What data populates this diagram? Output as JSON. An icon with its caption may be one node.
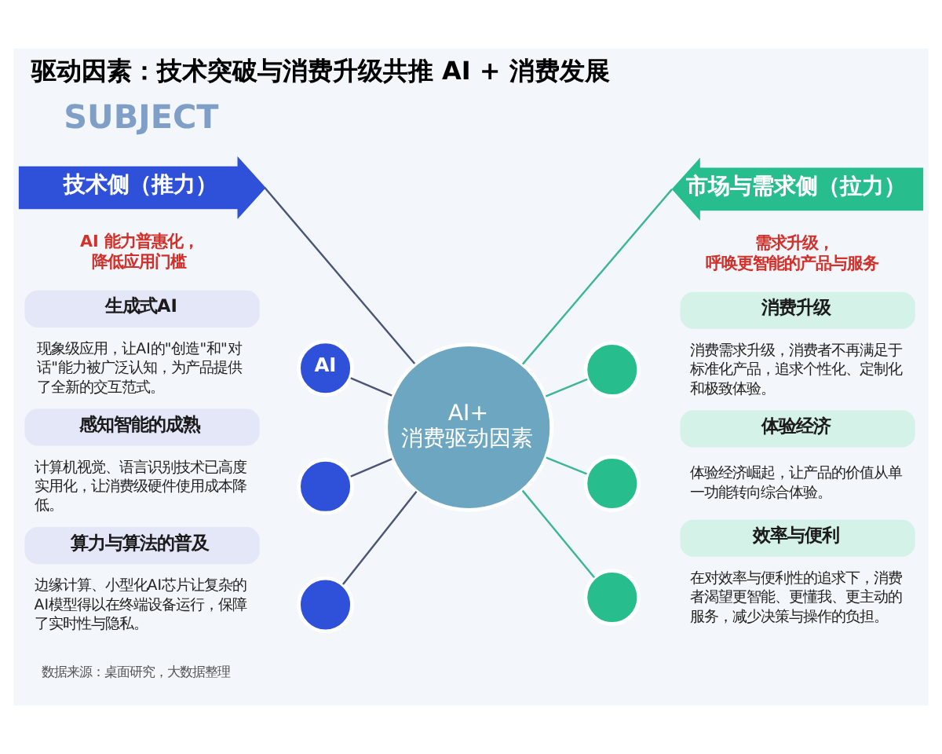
{
  "diagram": {
    "title": "驱动因素：技术突破与消费升级共推 AI + 消费发展",
    "nodes": [
      {
        "text": [
          "技术侧（推力）"
        ],
        "beside": [
          "AI 能力普惠化，降低应用门槛"
        ]
      },
      {
        "text": [
          "市场与需求侧（拉力）"
        ],
        "beside": [
          "需求升级，呼唤更智能的产品与服务"
        ]
      },
      {
        "text": [
          "生成式AI"
        ],
        "beside": [
          "现象级应用，让AI的\"创造\"和\"对话\"能力被广泛认知，为产品提供了全新的交互范式。"
        ]
      },
      {
        "text": [
          "AI"
        ]
      },
      {
        "text": [
          "消费升级"
        ],
        "beside": [
          "消费需求升级，消费者不再满足于标准化产品，追求个性化、定制化和极致体验。"
        ]
      },
      {
        "text": [],
        "shape": "circle"
      },
      {
        "text": [
          "AI+",
          "消费驱动因素"
        ]
      },
      {
        "text": [
          "感知智能的成熟"
        ],
        "beside": [
          "计算机视觉、语言识别技术已高度实用化，让消费级硬件使用成本降低。"
        ]
      },
      {
        "text": [],
        "shape": "circle"
      },
      {
        "text": [
          "体验经济"
        ],
        "beside": [
          "体验经济崛起，让产品的价值从单一功能转向综合体验。"
        ]
      },
      {
        "text": [],
        "shape": "circle"
      },
      {
        "text": [
          "算力与算法的普及"
        ],
        "beside": [
          "边缘计算、小型化AI芯片让复杂的AI模型得以在终端设备运行，保障了实时性与隐私。"
        ]
      },
      {
        "text": [],
        "shape": "circle"
      },
      {
        "text": [
          "效率与便利"
        ],
        "beside": [
          "在对效率与便利性的追求下，消费者渴望更智能、更懂我、更主动的服务，减少决策与操作的负担。"
        ]
      },
      {
        "text": [],
        "shape": "circle"
      }
    ],
    "edges": [
      {
        "from": 0,
        "to": 6,
        "arrow": "none"
      },
      {
        "from": 6,
        "to": 1,
        "arrow": "none",
        "color": "#3db597"
      },
      {
        "from": 3,
        "to": 6,
        "arrow": "none"
      },
      {
        "from": 6,
        "to": 5,
        "arrow": "none",
        "color": "#3db597"
      },
      {
        "from": 8,
        "to": 6,
        "arrow": "none"
      },
      {
        "from": 6,
        "to": 10,
        "arrow": "none",
        "color": "#3db597"
      },
      {
        "from": 12,
        "to": 6,
        "arrow": "none"
      },
      {
        "from": 6,
        "to": 14,
        "arrow": "none",
        "color": "#3db597"
      }
    ],
    "labels": [
      "SUBJECT",
      "数据来源：桌面研究，大数据整理"
    ]
  }
}
